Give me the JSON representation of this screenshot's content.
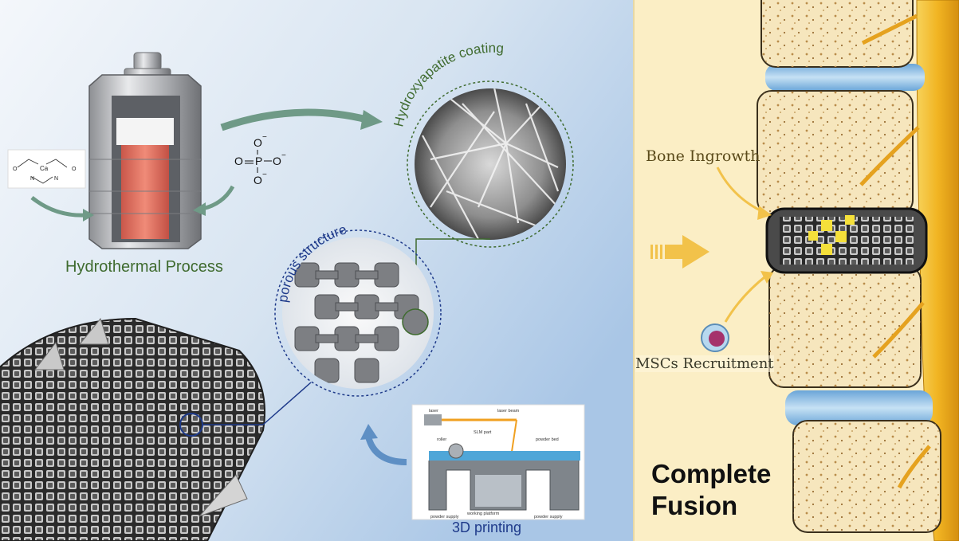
{
  "labels": {
    "hydrothermal": "Hydrothermal Process",
    "hydroxyapatite": "Hydroxyapatite coating",
    "porous": "porous structure",
    "printing": "3D printing",
    "bone_ingrowth": "Bone Ingrowth",
    "msc": "MSCs Recruitment",
    "fusion_line1": "Complete",
    "fusion_line2": "Fusion"
  },
  "phosphate": {
    "o_top": "O",
    "o_left": "O",
    "o_right": "O",
    "o_bottom": "O",
    "p": "P",
    "minus": "−"
  },
  "ca_complex": {
    "center": "Ca",
    "n": "N",
    "o": "O"
  },
  "printer_labels": {
    "laser": "laser",
    "laser_beam": "laser beam",
    "slm_part": "SLM part",
    "roller": "roller",
    "powder_bed": "powder bed",
    "working_platform": "working platform",
    "powder_supply_left": "powder supply",
    "powder_supply_right": "powder supply"
  },
  "colors": {
    "green_text": "#3f6b2f",
    "blue_text": "#1e3a8a",
    "bone_bg": "#fbeec5",
    "disc": "#8fc1e6",
    "nerve": "#f0b72a"
  }
}
